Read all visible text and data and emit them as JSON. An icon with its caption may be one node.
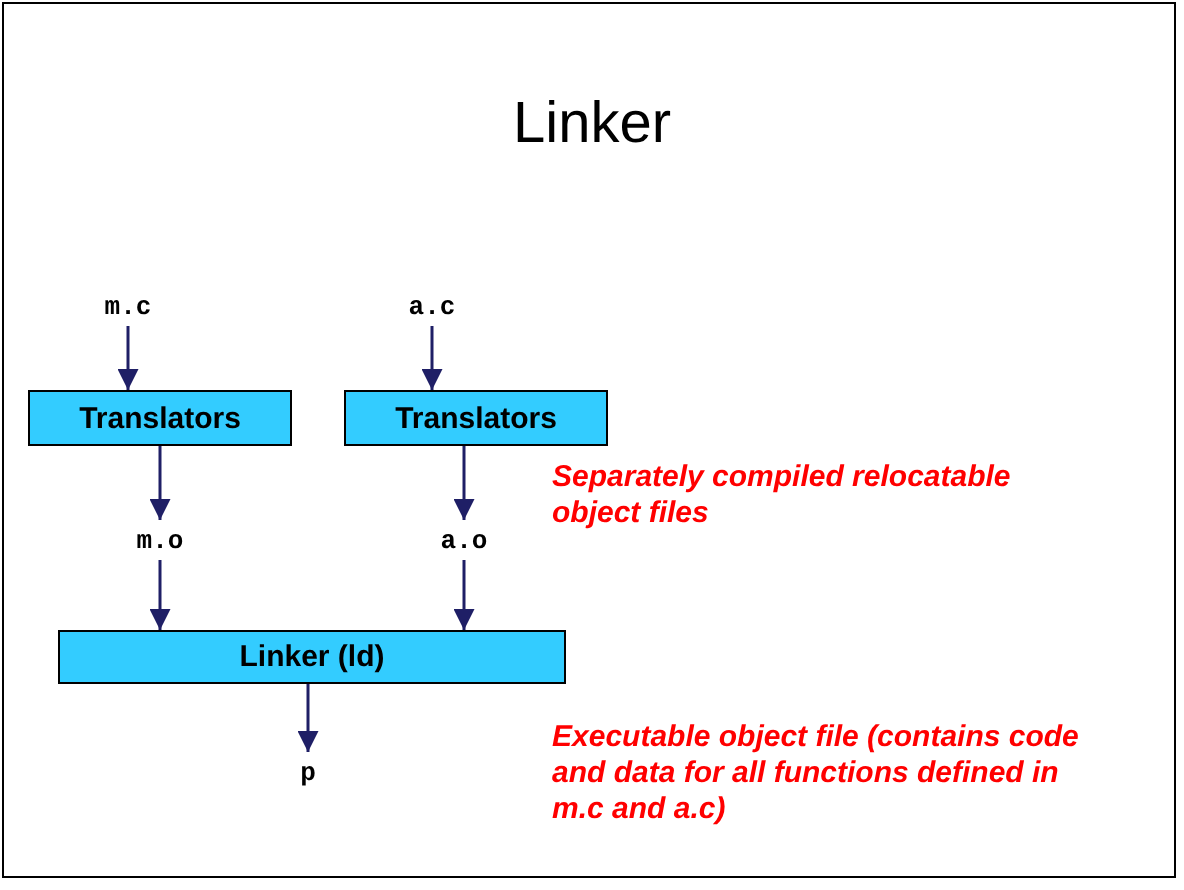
{
  "diagram": {
    "title": "Linker",
    "nodes": [
      {
        "text": [
          "m.c"
        ]
      },
      {
        "text": [
          "a.c"
        ]
      },
      {
        "text": [
          "Translators"
        ]
      },
      {
        "text": [
          "Translators"
        ]
      },
      {
        "text": [
          "m.o"
        ]
      },
      {
        "text": [
          "a.o"
        ]
      },
      {
        "text": [
          "Linker (ld)"
        ]
      },
      {
        "text": [
          "p"
        ]
      }
    ],
    "edges": [
      {
        "from": 0,
        "to": 2,
        "arrow": "to"
      },
      {
        "from": 1,
        "to": 3,
        "arrow": "to"
      },
      {
        "from": 2,
        "to": 4,
        "arrow": "to"
      },
      {
        "from": 3,
        "to": 5,
        "arrow": "to"
      },
      {
        "from": 4,
        "to": 6,
        "arrow": "to"
      },
      {
        "from": 5,
        "to": 6,
        "arrow": "to"
      },
      {
        "from": 6,
        "to": 7,
        "arrow": "to"
      }
    ],
    "labels": [
      "Separately compiled relocatable object files",
      "Executable object file  (contains code and data for all functions defined in m.c and a.c)"
    ]
  }
}
